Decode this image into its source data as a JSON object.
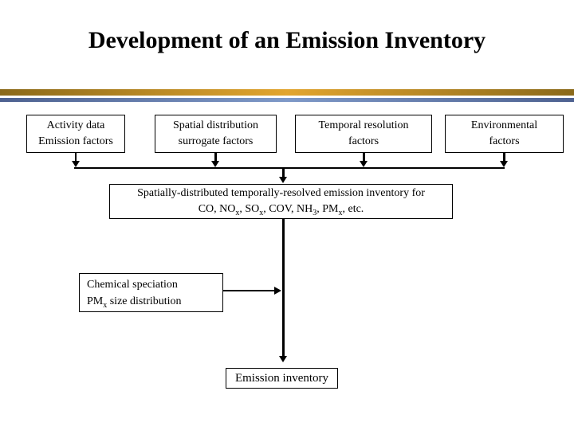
{
  "slide": {
    "title": "Development of an Emission Inventory",
    "colors": {
      "background": "#ffffff",
      "text": "#000000",
      "line": "#000000",
      "divider_gold_edge": "#8a691a",
      "divider_gold_center": "#e2a52f",
      "divider_blue_edge": "#4d6190",
      "divider_blue_center": "#7e99c8"
    },
    "input_boxes": [
      {
        "lines": [
          "Activity data",
          "Emission factors"
        ]
      },
      {
        "lines": [
          "Spatial distribution",
          "surrogate factors"
        ]
      },
      {
        "lines": [
          "Temporal resolution",
          "factors"
        ]
      },
      {
        "lines": [
          "Environmental",
          "factors"
        ]
      }
    ],
    "inventory_box": {
      "line1": "Spatially-distributed temporally-resolved emission inventory for",
      "line2": {
        "p1": "CO, NO",
        "s1": "x",
        "p2": ", SO",
        "s2": "x",
        "p3": ", COV, NH",
        "s3": "3",
        "p4": ", PM",
        "s4": "x",
        "p5": ", etc."
      }
    },
    "speciation_box": {
      "line1": "Chemical speciation",
      "line2": {
        "p1": "PM",
        "s1": "x",
        "p2": " size distribution"
      }
    },
    "output_box": {
      "label": "Emission inventory"
    }
  }
}
